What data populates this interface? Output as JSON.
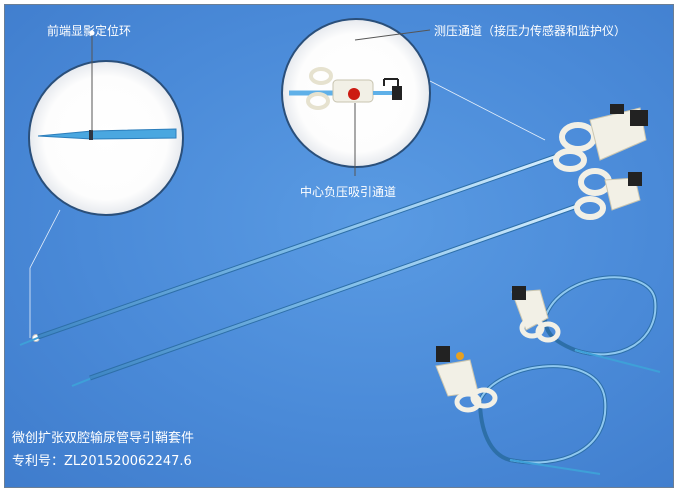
{
  "callouts": {
    "tip_marker_ring": "前端显影定位环",
    "pressure_channel": "测压通道（接压力传感器和监护仪）",
    "suction_channel": "中心负压吸引通道"
  },
  "product": {
    "name": "微创扩张双腔输尿管导引鞘套件",
    "patent": "专利号：ZL201520062247.6"
  },
  "colors": {
    "background": "#4a8ad8",
    "sheath": "#8fc8f0",
    "connector": "#f2f0e6",
    "red_valve": "#cc1b12"
  },
  "icons": [
    "magnifier-circle-left",
    "magnifier-circle-top"
  ]
}
